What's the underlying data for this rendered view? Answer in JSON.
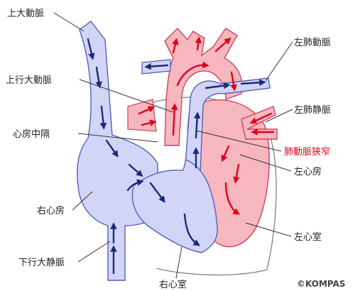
{
  "labels": {
    "aorta_top": "上大動脈",
    "ascending_aorta": "上行大動脈",
    "atrial_septum": "心房中隔",
    "right_atrium": "右心房",
    "inferior_vena_cava": "下行大静脈",
    "right_ventricle": "右心室",
    "left_pulmonary_artery": "左肺動脈",
    "left_pulmonary_vein": "左肺静脈",
    "pulmonary_stenosis": "肺動脈狭窄",
    "left_atrium": "左心房",
    "left_ventricle": "左心室"
  },
  "credit": "©KOMPAS",
  "colors": {
    "venous_fill": "#d3d5f7",
    "venous_stroke": "#5560b8",
    "arterial_fill": "#f7b7bf",
    "arterial_stroke": "#d04458",
    "flow_blue": "#1c2a7a",
    "flow_red": "#e0001b",
    "highlight_label": "#e0001b"
  }
}
